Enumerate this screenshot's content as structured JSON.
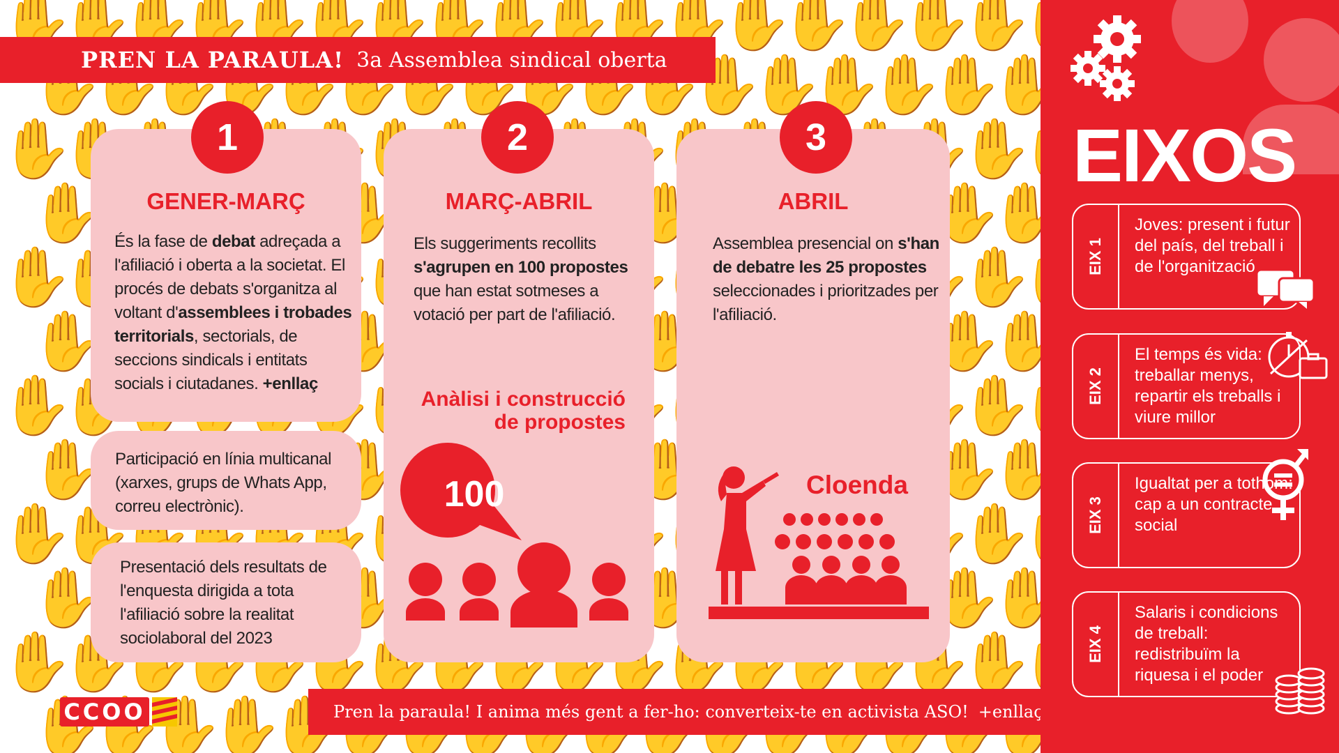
{
  "header": {
    "title": "PREN LA PARAULA!",
    "subtitle": "3a Assemblea sindical oberta"
  },
  "steps": [
    {
      "number": "1",
      "period": "GENER-MARÇ",
      "text_parts": [
        "És la fase de ",
        "debat",
        " adreçada a l'afiliació i oberta a la societat. El procés de debats s'organitza al voltant d'",
        "assemblees i trobades territorials",
        ", sectorials, de seccions sindicals i entitats socials i ciutadanes. ",
        "+enllaç"
      ],
      "box2": "Participació en línia multicanal (xarxes, grups de Whats App, correu electrònic).",
      "box3": "Presentació dels resultats de l'enquesta dirigida a tota l'afiliació sobre la realitat sociolaboral del 2023"
    },
    {
      "number": "2",
      "period": "MARÇ-ABRIL",
      "text_parts": [
        "Els suggeriments recollits ",
        "s'agrupen en 100 propostes",
        " que han estat sotmeses a votació per part de l'afiliació."
      ],
      "heading_line1": "Anàlisi i construcció",
      "heading_line2": "de propostes",
      "bubble": "100"
    },
    {
      "number": "3",
      "period": "ABRIL",
      "text_parts": [
        "Assemblea presencial on ",
        "s'han de debatre les 25 propostes",
        " seleccionades i prioritzades per l'afiliació."
      ],
      "closing": "Cloenda"
    }
  ],
  "eixos": {
    "title": "EIXOS",
    "items": [
      {
        "label": "EIX 1",
        "text": "Joves: present i futur del país, del treball i de l'organització",
        "icon": "speech-bubbles-icon"
      },
      {
        "label": "EIX 2",
        "text": "El temps és vida: treballar menys, repartir els treballs i viure millor",
        "icon": "stopwatch-briefcase-icon"
      },
      {
        "label": "EIX 3",
        "text": "Igualtat per a tothom: cap a un contracte social",
        "icon": "gender-equality-icon"
      },
      {
        "label": "EIX 4",
        "text": "Salaris i condicions de treball: redistribuïm la riquesa i el poder",
        "icon": "coins-icon"
      }
    ]
  },
  "footer": {
    "text": "Pren la paraula! I anima més gent a fer-ho: converteix-te en activista ASO!",
    "link": "+enllaç"
  },
  "logo": {
    "text": "CCOO"
  },
  "colors": {
    "accent": "#e8202a",
    "card": "#f8c6c9",
    "pattern": "#e2e2e2"
  }
}
